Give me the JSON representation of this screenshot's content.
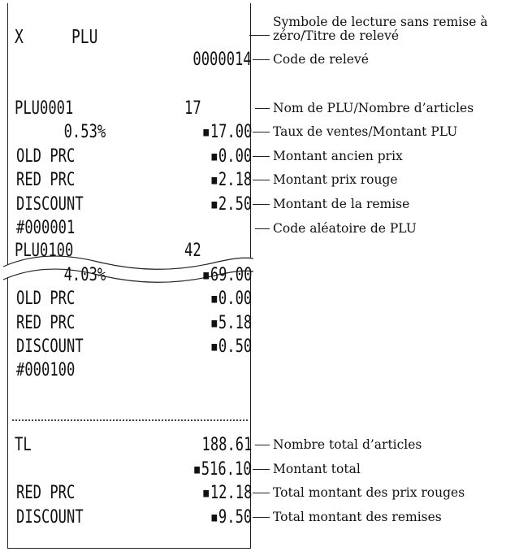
{
  "receipt": {
    "header": {
      "mode": "X",
      "title": "PLU"
    },
    "report_code": "0000014",
    "plu1": {
      "name": "PLU0001",
      "count": "17",
      "rate": "0.53%",
      "amount": "▪17.00",
      "old_prc_label": "OLD PRC",
      "old_prc_value": "▪0.00",
      "red_prc_label": "RED PRC",
      "red_prc_value": "▪2.18",
      "discount_label": "DISCOUNT",
      "discount_value": "▪2.50",
      "random_code": "#000001"
    },
    "plu100": {
      "name": "PLU0100",
      "count": "42",
      "rate": "4.03%",
      "amount": "▪69.00",
      "old_prc_label": "OLD PRC",
      "old_prc_value": "▪0.00",
      "red_prc_label": "RED PRC",
      "red_prc_value": "▪5.18",
      "discount_label": "DISCOUNT",
      "discount_value": "▪0.50",
      "random_code": "#000100"
    },
    "totals": {
      "tl_label": "TL",
      "tl_count": "188.61",
      "tl_amount": "▪516.10",
      "red_prc_label": "RED PRC",
      "red_prc_value": "▪12.18",
      "discount_label": "DISCOUNT",
      "discount_value": "▪9.50"
    }
  },
  "annotations": {
    "title_line1": "Symbole de lecture sans remise à",
    "title_line2": "zéro/Titre de relevé",
    "report_code": "Code de relevé",
    "plu_name_count": "Nom de PLU/Nombre d’articles",
    "sales_rate_amount": "Taux de ventes/Montant PLU",
    "old_price": "Montant ancien prix",
    "red_price": "Montant prix rouge",
    "discount": "Montant de la remise",
    "random_code": "Code aléatoire de PLU",
    "total_count": "Nombre total d’articles",
    "total_amount": "Montant total",
    "total_red": "Total montant des prix rouges",
    "total_discount": "Total montant des remises"
  }
}
